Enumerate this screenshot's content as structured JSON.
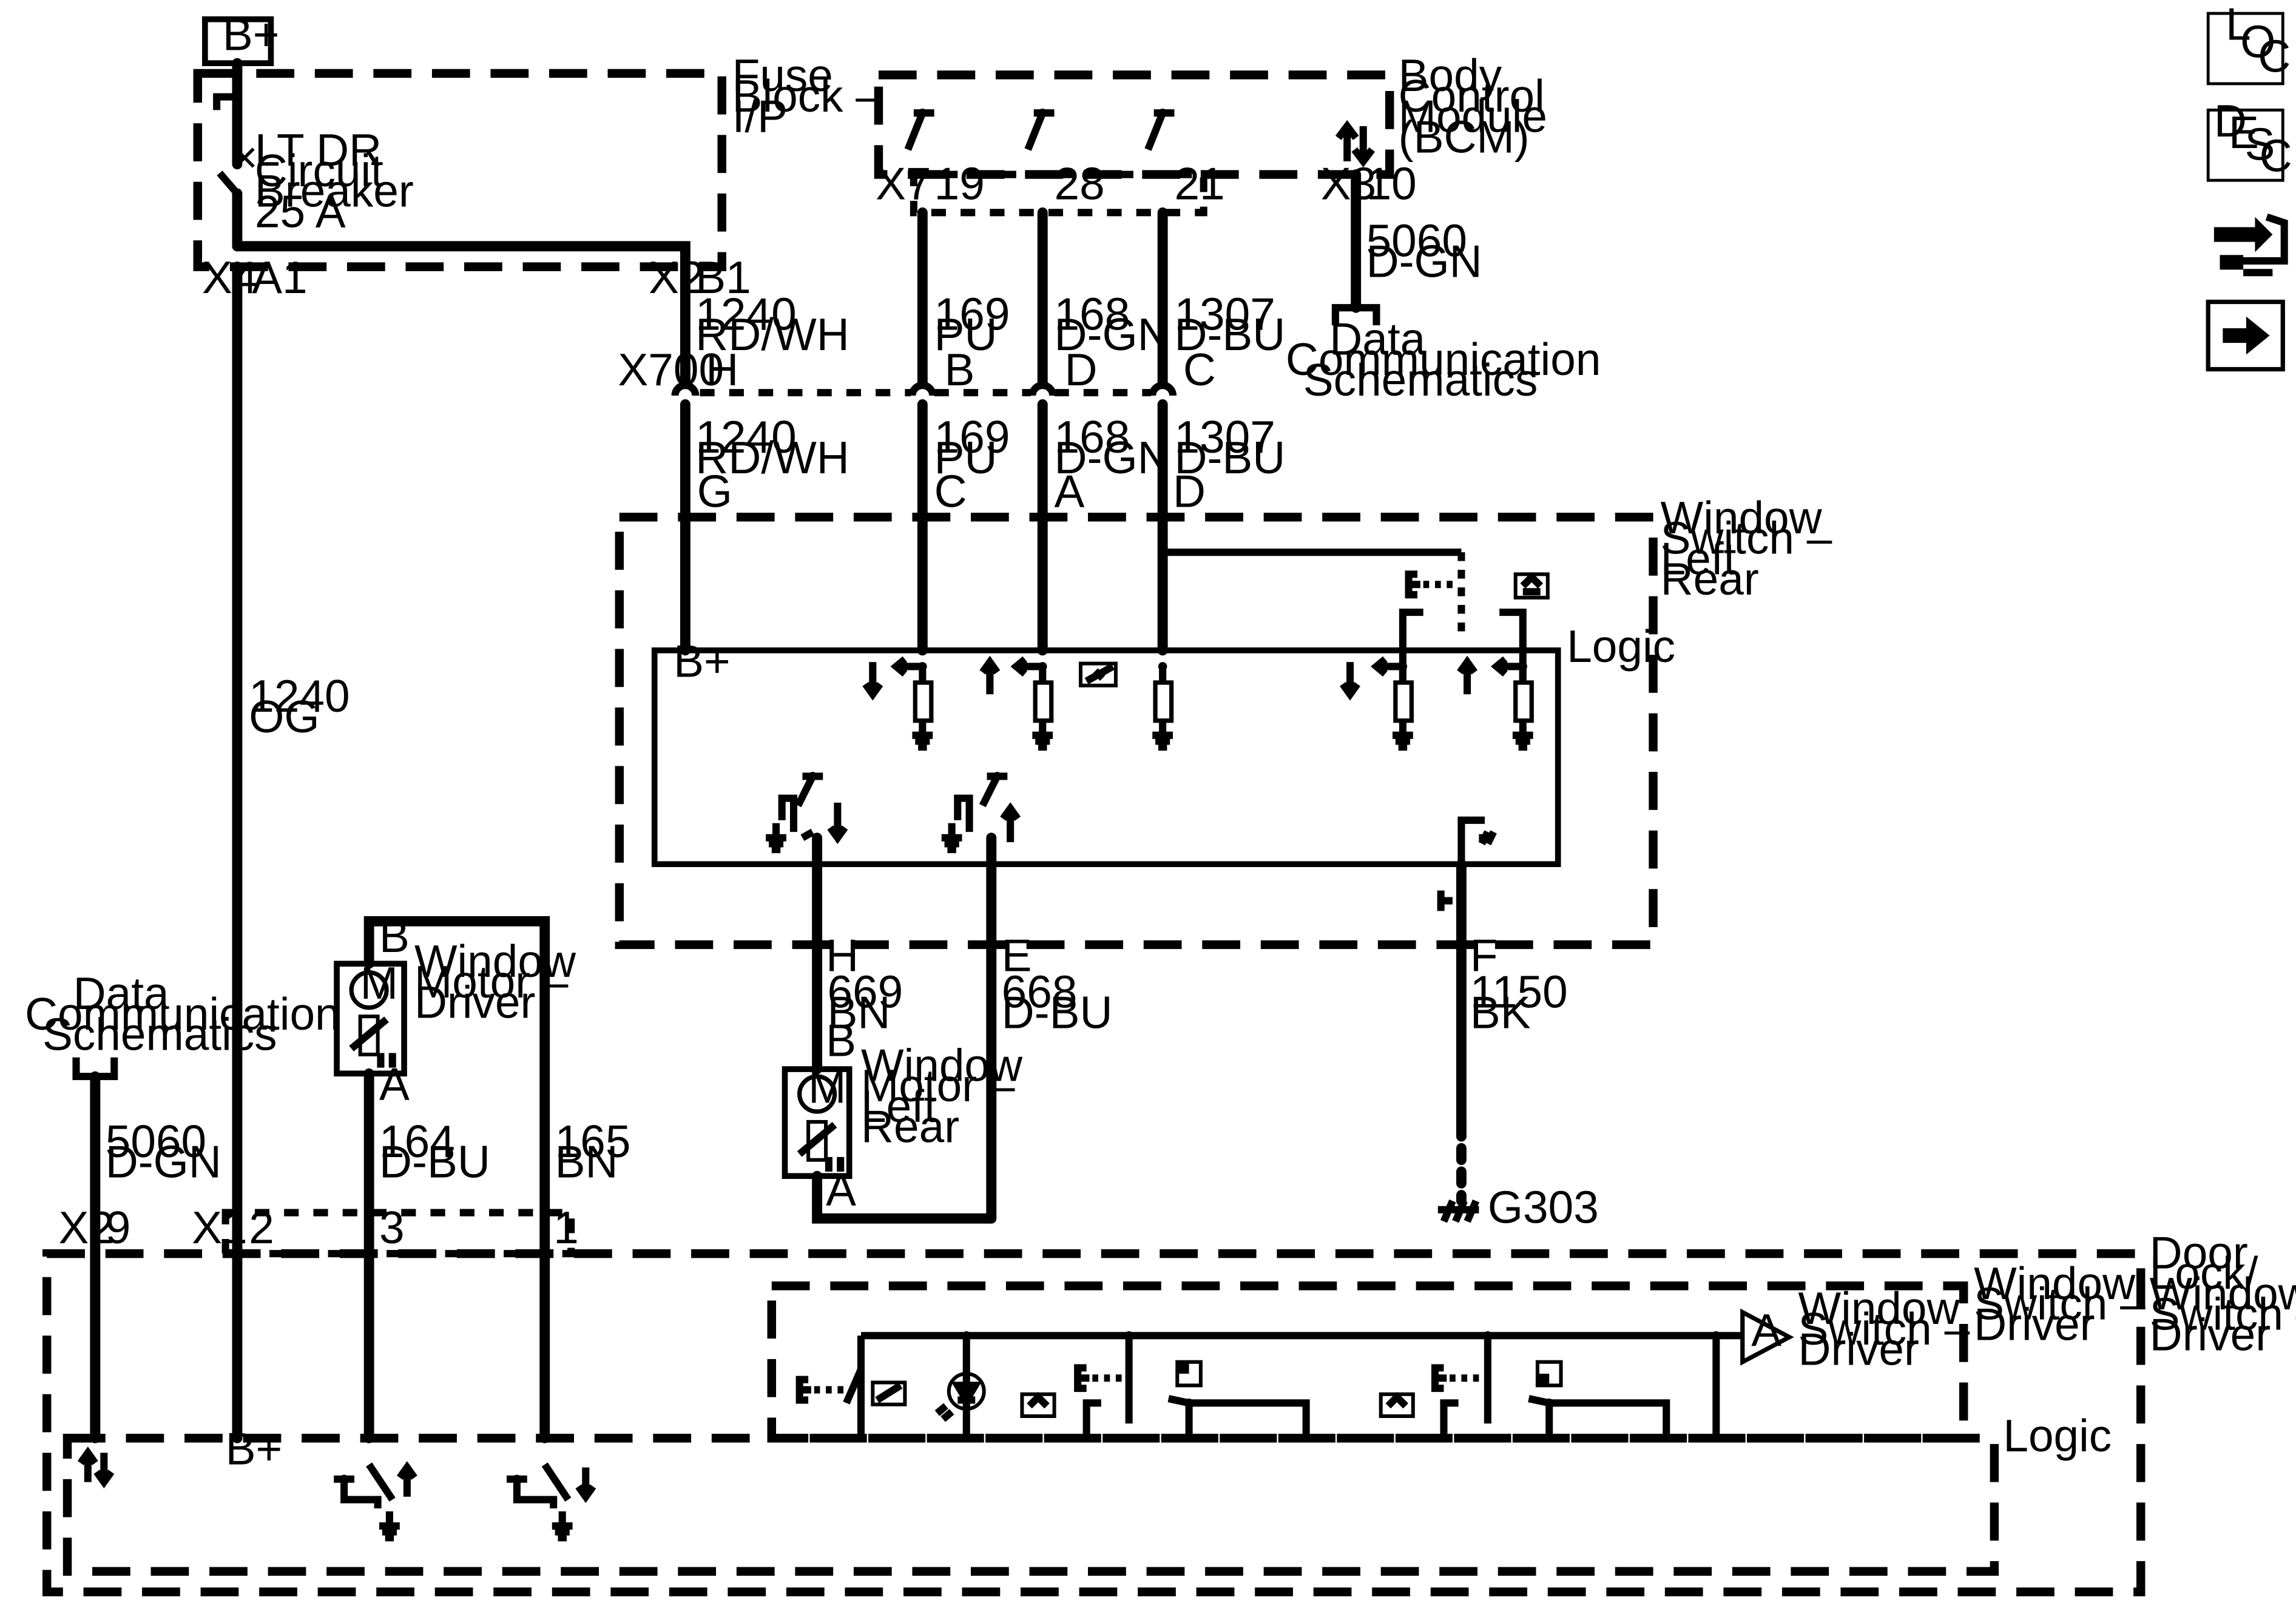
{
  "power": {
    "label": "B+"
  },
  "fuse_block": {
    "title_1": "Fuse",
    "title_2": "Block –",
    "title_3": "I/P",
    "breaker_1": "LT DR",
    "breaker_2": "Circuit",
    "breaker_3": "Breaker",
    "breaker_4": "25 A",
    "conn_x4": "X4",
    "pin_a1": "A1",
    "conn_x2": "X2",
    "pin_b1": "B1"
  },
  "bcm": {
    "title_1": "Body",
    "title_2": "Control",
    "title_3": "Module",
    "title_4": "(BCM)",
    "conn_x7": "X7",
    "pin_19": "19",
    "pin_28": "28",
    "pin_21": "21",
    "conn_x3": "X3",
    "pin_10": "10"
  },
  "wires": {
    "w1240_num": "1240",
    "w1240_color": "RD/WH",
    "w169_num": "169",
    "w169_color": "PU",
    "w168_num": "168",
    "w168_color": "D-GN",
    "w1307_num": "1307",
    "w1307_color": "D-BU",
    "w5060_num": "5060",
    "w5060_color": "D-GN",
    "w1240og_num": "1240",
    "w1240og_color": "OG",
    "w669_num": "669",
    "w669_color": "BN",
    "w668_num": "668",
    "w668_color": "D-BU",
    "w1150_num": "1150",
    "w1150_color": "BK",
    "w164_num": "164",
    "w164_color": "D-BU",
    "w165_num": "165",
    "w165_color": "BN"
  },
  "data_comm": {
    "line_1": "Data",
    "line_2": "Communication",
    "line_3": "Schematics"
  },
  "x700": {
    "conn": "X700",
    "pin_h": "H",
    "pin_b": "B",
    "pin_d": "D",
    "pin_c": "C"
  },
  "window_switch_lr": {
    "title_1": "Window",
    "title_2": "Switch –",
    "title_3": "Left",
    "title_4": "Rear",
    "pin_g": "G",
    "pin_c": "C",
    "pin_a": "A",
    "pin_d": "D",
    "logic": "Logic",
    "bplus": "B+",
    "pin_h": "H",
    "pin_e": "E",
    "pin_f": "F"
  },
  "motor_driver": {
    "title_1": "Window",
    "title_2": "Motor –",
    "title_3": "Driver",
    "pin_b": "B",
    "pin_a": "A",
    "symbol": "M"
  },
  "motor_lr": {
    "title_1": "Window",
    "title_2": "Motor –",
    "title_3": "Left",
    "title_4": "Rear",
    "pin_b": "B",
    "pin_a": "A",
    "symbol": "M"
  },
  "ground": {
    "label": "G303"
  },
  "door_module": {
    "title_1": "Door",
    "title_2": "Lock/",
    "title_3": "Window",
    "title_4": "Switch –",
    "title_5": "Driver",
    "conn_x2": "X2",
    "pin_9": "9",
    "conn_x1": "X1",
    "pin_2": "2",
    "pin_3": "3",
    "pin_1": "1",
    "logic": "Logic",
    "bplus": "B+"
  },
  "ws_driver": {
    "title_1": "Window",
    "title_2": "Switch –",
    "title_3": "Driver",
    "amp_1": "Window",
    "amp_2": "Switch –",
    "amp_3": "Driver",
    "amp_symbol": "A"
  },
  "nav": {
    "loc_l": "L",
    "loc_o": "O",
    "loc_c": "C",
    "desc_d": "D",
    "desc_e": "E",
    "desc_s": "S",
    "desc_c": "C"
  }
}
